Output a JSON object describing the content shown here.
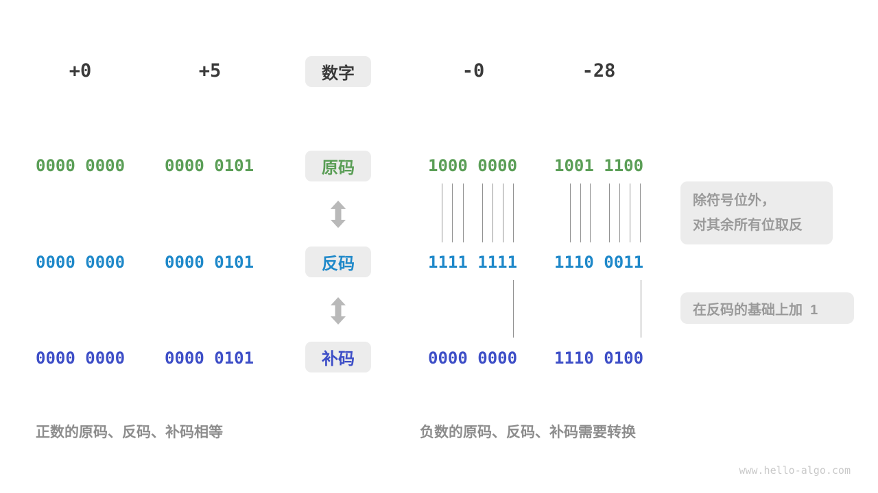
{
  "header": {
    "columns": [
      "+0",
      "+5",
      "-0",
      "-28"
    ],
    "box_label": "数字"
  },
  "rows": [
    {
      "key": "sign_magnitude",
      "label": "原码",
      "color": "#5a9e56",
      "values": [
        "0000 0000",
        "0000 0101",
        "1000 0000",
        "1001 1100"
      ]
    },
    {
      "key": "ones_complement",
      "label": "反码",
      "color": "#1e88c9",
      "values": [
        "0000 0000",
        "0000 0101",
        "1111 1111",
        "1110 0011"
      ]
    },
    {
      "key": "twos_complement",
      "label": "补码",
      "color": "#3d4ec7",
      "values": [
        "0000 0000",
        "0000 0101",
        "0000 0000",
        "1110 0100"
      ]
    }
  ],
  "annotations": {
    "invert_line1": "除符号位外，",
    "invert_line2": "对其余所有位取反",
    "add_one": "在反码的基础上加  1"
  },
  "captions": {
    "positive": "正数的原码、反码、补码相等",
    "negative": "负数的原码、反码、补码需要转换"
  },
  "watermark": "www.hello-algo.com",
  "palette": {
    "sign_magnitude_green": "#5a9e56",
    "ones_complement_blue": "#1e88c9",
    "twos_complement_indigo": "#3d4ec7",
    "box_background": "#ececec",
    "annotation_gray": "#9a9a9a",
    "caption_gray": "#8d8d8d",
    "connector_gray": "#929292",
    "arrow_gray": "#b9b9b9"
  }
}
